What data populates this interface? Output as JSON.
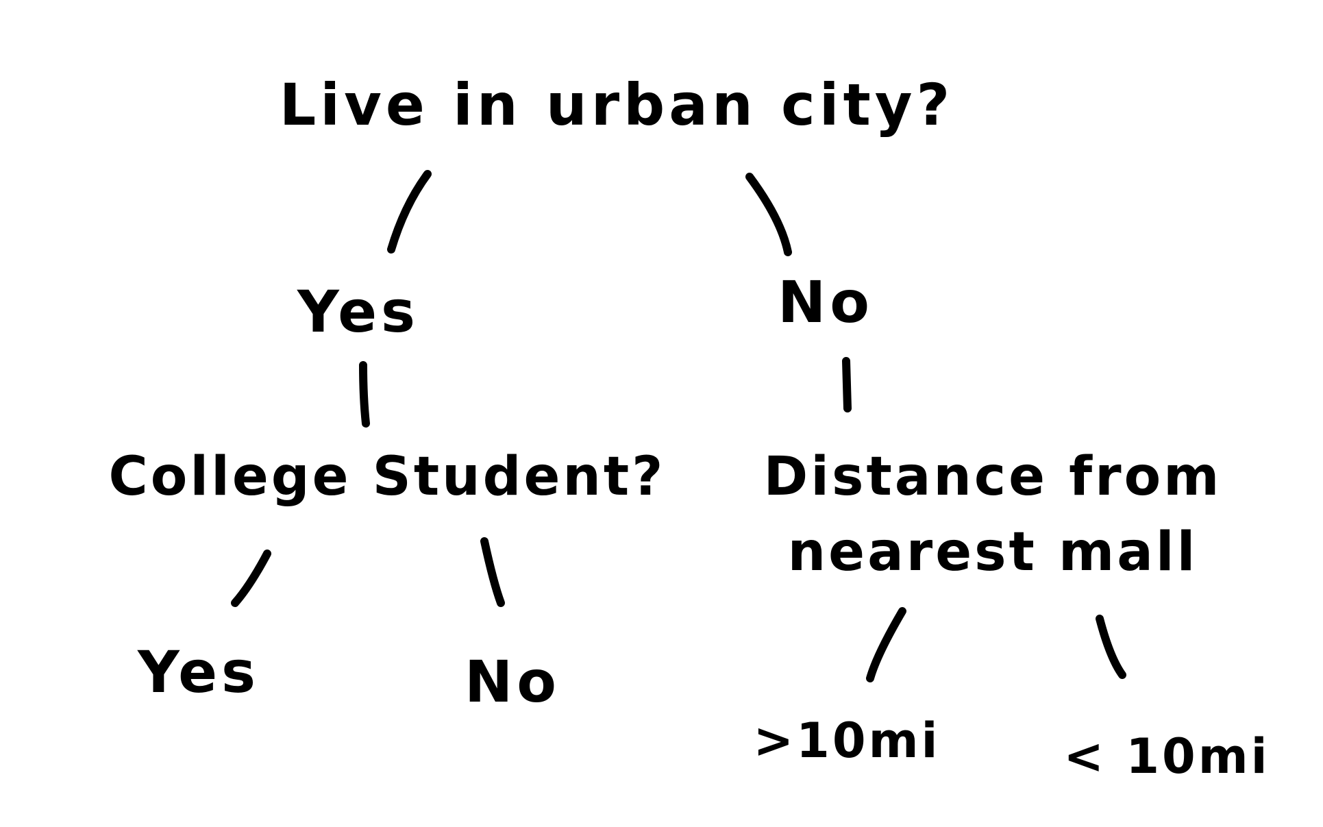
{
  "diagram": {
    "type": "decision-tree",
    "root": {
      "question": "Live in urban city?"
    },
    "level1": {
      "yes_label": "Yes",
      "no_label": "No"
    },
    "level2": {
      "left_question": "College Student?",
      "right_question_line1": "Distance from",
      "right_question_line2": "nearest mall"
    },
    "leaves": {
      "left_yes": "Yes",
      "left_no": "No",
      "right_more": ">10mi",
      "right_less": "< 10mi"
    },
    "ink_color": "#000000"
  }
}
